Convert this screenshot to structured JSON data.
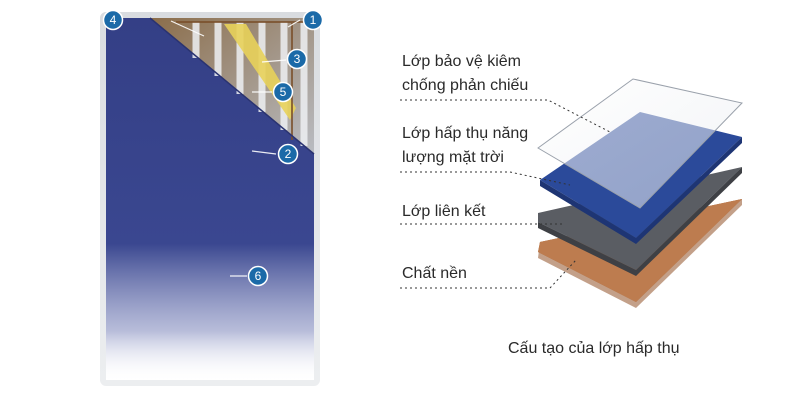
{
  "panel": {
    "markers": [
      {
        "number": "1"
      },
      {
        "number": "2"
      },
      {
        "number": "3"
      },
      {
        "number": "4"
      },
      {
        "number": "5"
      },
      {
        "number": "6"
      }
    ]
  },
  "layers": [
    {
      "id": "anti-reflective",
      "lines": [
        "Lớp bảo vệ kiêm",
        "chống phản chiếu"
      ],
      "color": "#f4f6f8"
    },
    {
      "id": "absorber",
      "lines": [
        "Lớp hấp thụ năng",
        "lượng mặt trời"
      ],
      "color": "#2b4a9a"
    },
    {
      "id": "bonding",
      "lines": [
        "Lớp liên kết"
      ],
      "color": "#5a5d63"
    },
    {
      "id": "substrate",
      "lines": [
        "Chất nền"
      ],
      "color": "#bd7c4f"
    }
  ],
  "caption": "Cấu tạo của lớp hấp thụ",
  "colors": {
    "panel_blue": "#343f86",
    "marker_blue": "#1b6aa8",
    "frame": "#d9dce0"
  }
}
